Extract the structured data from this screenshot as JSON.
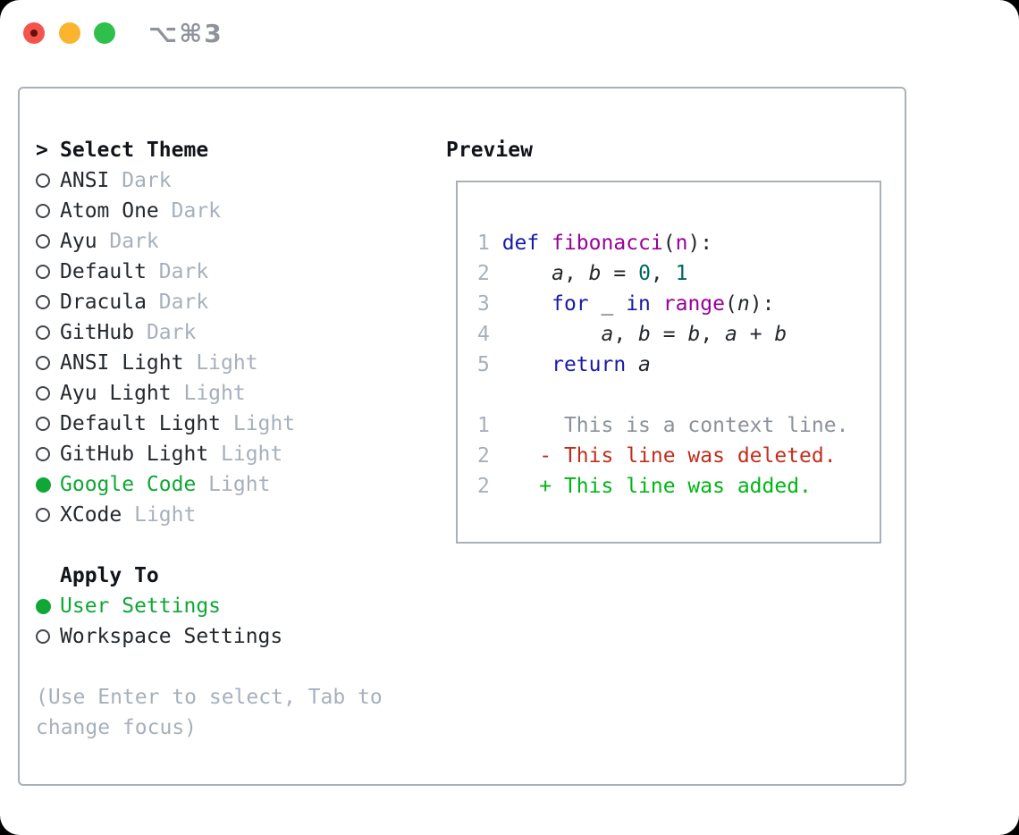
{
  "window": {
    "title": "⌥⌘3",
    "controls": [
      "close",
      "minimize",
      "zoom"
    ]
  },
  "theme_panel": {
    "header": {
      "prompt": ">",
      "label": "Select Theme"
    },
    "themes": [
      {
        "name": "ANSI",
        "variant": "Dark",
        "selected": false
      },
      {
        "name": "Atom One",
        "variant": "Dark",
        "selected": false
      },
      {
        "name": "Ayu",
        "variant": "Dark",
        "selected": false
      },
      {
        "name": "Default",
        "variant": "Dark",
        "selected": false
      },
      {
        "name": "Dracula",
        "variant": "Dark",
        "selected": false
      },
      {
        "name": "GitHub",
        "variant": "Dark",
        "selected": false
      },
      {
        "name": "ANSI Light",
        "variant": "Light",
        "selected": false
      },
      {
        "name": "Ayu Light",
        "variant": "Light",
        "selected": false
      },
      {
        "name": "Default Light",
        "variant": "Light",
        "selected": false
      },
      {
        "name": "GitHub Light",
        "variant": "Light",
        "selected": false
      },
      {
        "name": "Google Code",
        "variant": "Light",
        "selected": true
      },
      {
        "name": "XCode",
        "variant": "Light",
        "selected": false
      }
    ],
    "apply_to": {
      "header": "Apply To",
      "options": [
        {
          "label": "User Settings",
          "selected": true
        },
        {
          "label": "Workspace Settings",
          "selected": false
        }
      ]
    },
    "help_lines": [
      "(Use Enter to select, Tab to",
      "change focus)"
    ]
  },
  "preview": {
    "header": "Preview",
    "code_lines": [
      {
        "number": "1",
        "tokens": [
          [
            "k",
            "def"
          ],
          [
            "p",
            " "
          ],
          [
            "f",
            "fibonacci"
          ],
          [
            "p",
            "("
          ],
          [
            "f",
            "n"
          ],
          [
            "p",
            "):"
          ]
        ]
      },
      {
        "number": "2",
        "tokens": [
          [
            "p",
            "    "
          ],
          [
            "v",
            "a"
          ],
          [
            "p",
            ", "
          ],
          [
            "v",
            "b"
          ],
          [
            "p",
            " = "
          ],
          [
            "l",
            "0"
          ],
          [
            "p",
            ", "
          ],
          [
            "l",
            "1"
          ]
        ]
      },
      {
        "number": "3",
        "tokens": [
          [
            "p",
            "    "
          ],
          [
            "k",
            "for"
          ],
          [
            "p",
            " _ "
          ],
          [
            "k",
            "in"
          ],
          [
            "p",
            " "
          ],
          [
            "f",
            "range"
          ],
          [
            "p",
            "("
          ],
          [
            "v",
            "n"
          ],
          [
            "p",
            "):"
          ]
        ]
      },
      {
        "number": "4",
        "tokens": [
          [
            "p",
            "        "
          ],
          [
            "v",
            "a"
          ],
          [
            "p",
            ", "
          ],
          [
            "v",
            "b"
          ],
          [
            "p",
            " = "
          ],
          [
            "v",
            "b"
          ],
          [
            "p",
            ", "
          ],
          [
            "v",
            "a"
          ],
          [
            "p",
            " + "
          ],
          [
            "v",
            "b"
          ]
        ]
      },
      {
        "number": "5",
        "tokens": [
          [
            "p",
            "    "
          ],
          [
            "k",
            "return"
          ],
          [
            "p",
            " "
          ],
          [
            "v",
            "a"
          ]
        ]
      }
    ],
    "diff_lines": [
      {
        "number": "1",
        "marker": " ",
        "text": "This is a context line.",
        "kind": "context"
      },
      {
        "number": "2",
        "marker": "-",
        "text": "This line was deleted.",
        "kind": "deleted"
      },
      {
        "number": "2",
        "marker": "+",
        "text": "This line was added.",
        "kind": "added"
      }
    ]
  },
  "colors": {
    "accent_green": "#0fa735",
    "diff_red": "#c22e1d",
    "diff_green": "#00b517",
    "keyword_blue": "#1a1aa6",
    "function_purple": "#990099",
    "literal_teal": "#006666",
    "muted_gray": "#a6b0bd",
    "context_gray": "#8b929b",
    "text_dark": "#24292e",
    "border_gray": "#a9b0ba",
    "traffic_red": "#f4544c",
    "traffic_yellow": "#fbb42d",
    "traffic_green": "#2fc04b"
  }
}
